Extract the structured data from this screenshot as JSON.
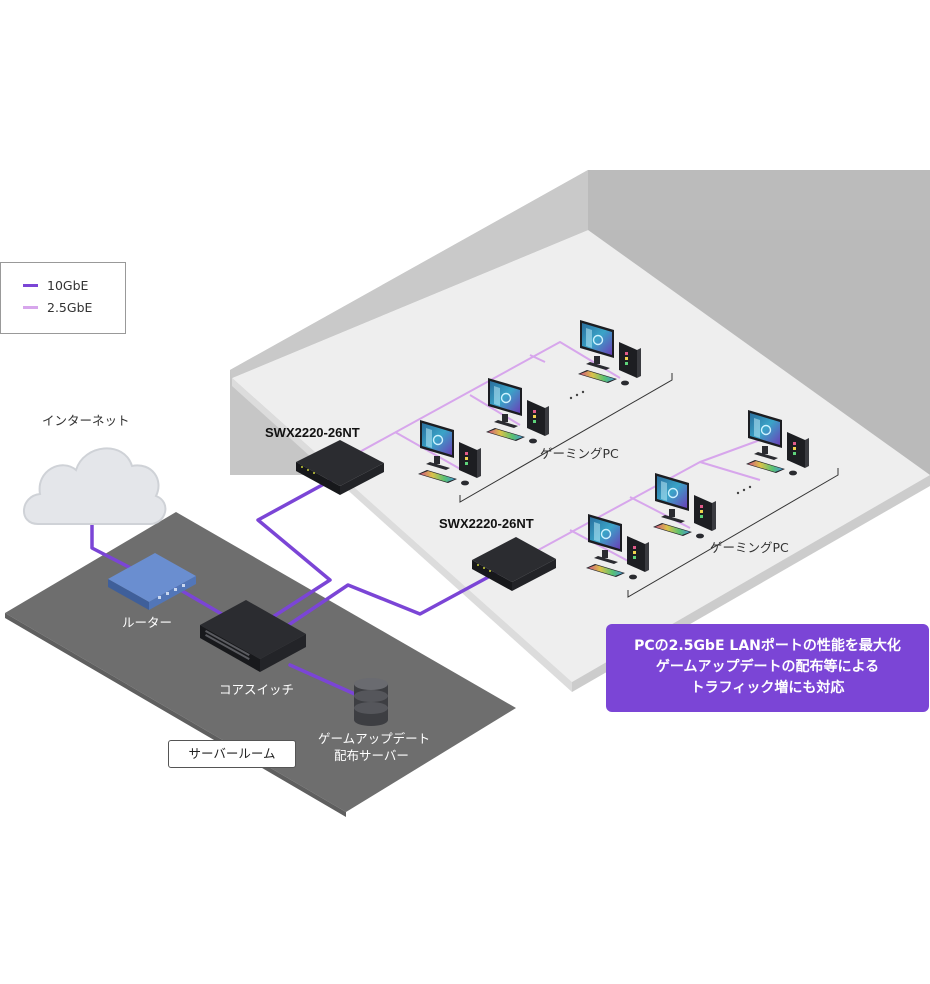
{
  "legend": {
    "items": [
      {
        "label": "10GbE",
        "color": "#7b45d6"
      },
      {
        "label": "2.5GbE",
        "color": "#d7a6ec"
      }
    ]
  },
  "nodes": {
    "internet": "インターネット",
    "router": "ルーター",
    "core_switch": "コアスイッチ",
    "update_server_line1": "ゲームアップデート",
    "update_server_line2": "配布サーバー",
    "server_room": "サーバールーム",
    "switch_top": "SWX2220-26NT",
    "switch_bottom": "SWX2220-26NT",
    "pc_group_top": "ゲーミングPC",
    "pc_group_bottom": "ゲーミングPC"
  },
  "callout": {
    "lines": [
      "PCの2.5GbE LANポートの性能を最大化",
      "ゲームアップデートの配布等による",
      "トラフィック増にも対応"
    ]
  },
  "colors": {
    "link_10g": "#7b45d6",
    "link_2_5g": "#d7a6ec",
    "server_floor": "#6e6e6e",
    "room_wall": "#bdbdbd",
    "room_floor": "#ededed",
    "callout_bg": "#7b45d6"
  },
  "icons": [
    "cloud-icon",
    "router-icon",
    "switch-icon",
    "database-icon",
    "gaming-pc-icon"
  ]
}
